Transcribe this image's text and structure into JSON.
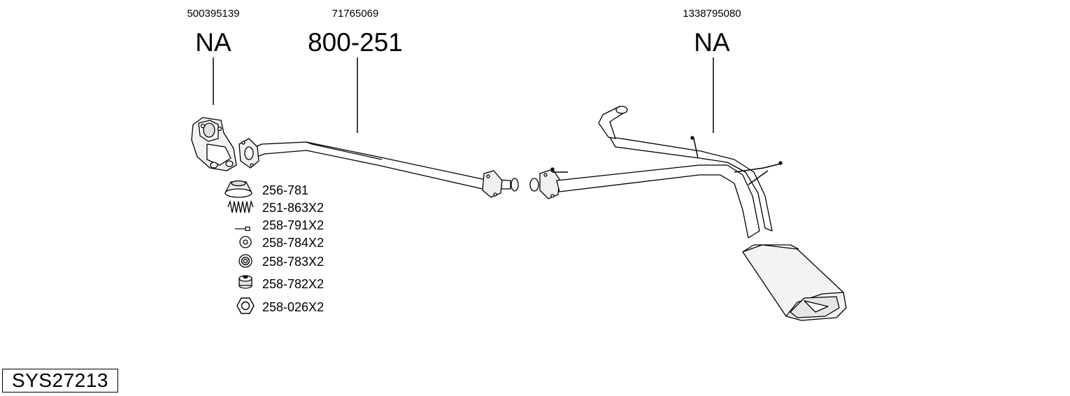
{
  "parts": [
    {
      "oem": "500395139",
      "code": "NA"
    },
    {
      "oem": "71765069",
      "code": "800-251"
    },
    {
      "oem": "1338795080",
      "code": "NA"
    }
  ],
  "fittings": [
    {
      "label": "256-781",
      "icon": "gasket-ring-icon"
    },
    {
      "label": "251-863X2",
      "icon": "spring-icon"
    },
    {
      "label": "258-791X2",
      "icon": "bolt-icon"
    },
    {
      "label": "258-784X2",
      "icon": "washer-icon"
    },
    {
      "label": "258-783X2",
      "icon": "rubber-ring-icon"
    },
    {
      "label": "258-782X2",
      "icon": "bushing-icon"
    },
    {
      "label": "258-026X2",
      "icon": "hex-nut-icon"
    }
  ],
  "system_id": "SYS27213"
}
